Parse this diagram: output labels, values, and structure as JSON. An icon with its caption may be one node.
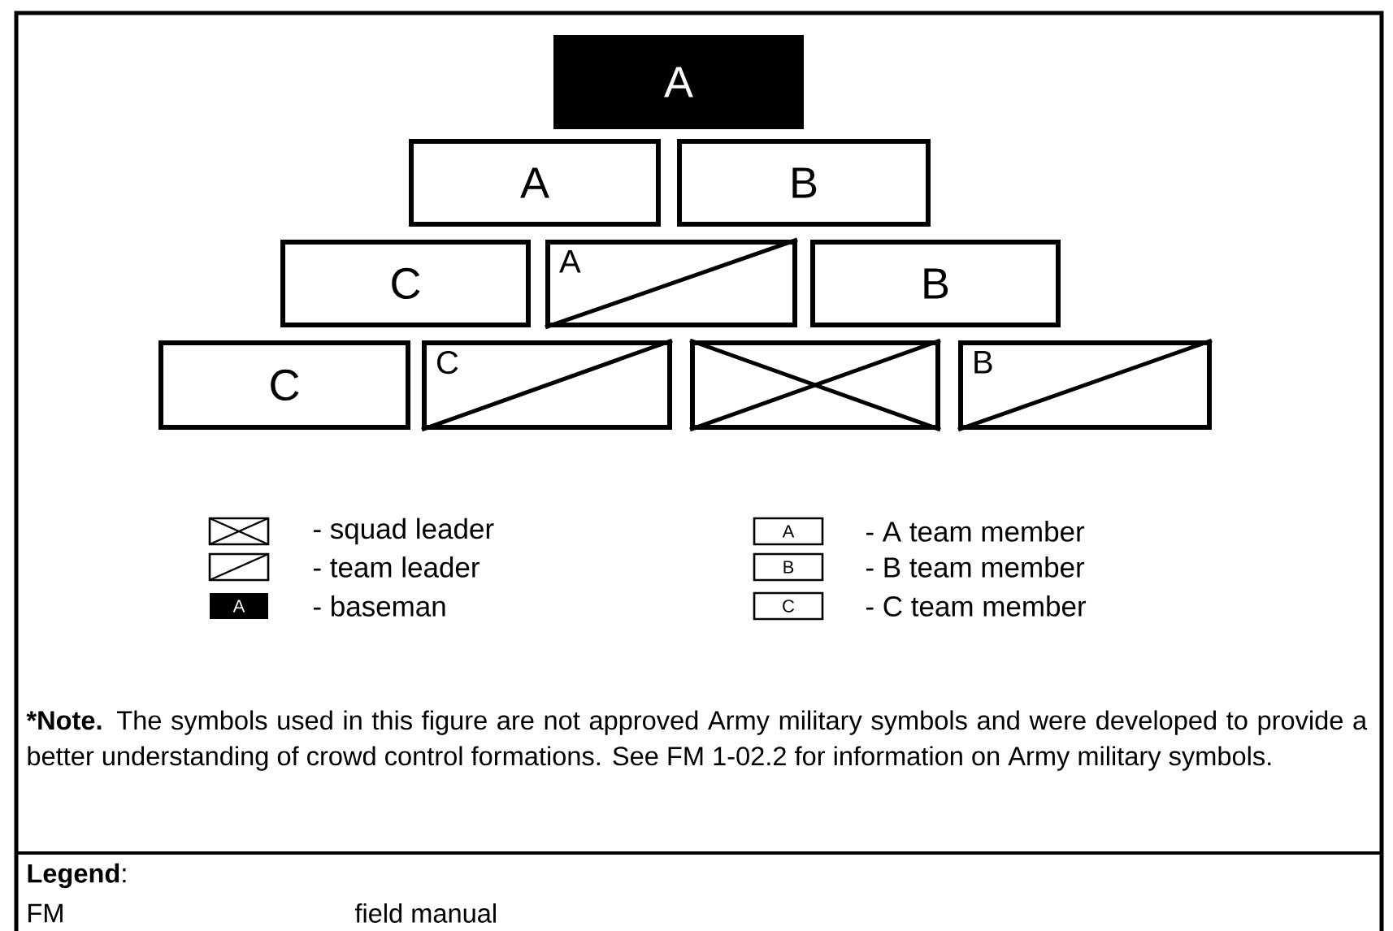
{
  "diagram": {
    "nodes": [
      {
        "text": [
          "A"
        ]
      },
      {
        "text": [
          "A"
        ]
      },
      {
        "text": [
          "B"
        ]
      },
      {
        "text": [
          "C"
        ]
      },
      {
        "text": [
          "A"
        ]
      },
      {
        "text": [
          "B"
        ]
      },
      {
        "text": [
          "C"
        ]
      },
      {
        "text": [
          "C"
        ]
      },
      {
        "text": [],
        "shape": "box"
      },
      {
        "text": [
          "B"
        ]
      }
    ],
    "labels": [
      "A",
      "B",
      "A",
      "C",
      "*Note.",
      "The symbols used in this figure are not approved Army military symbols and were developed to provide a better understanding of crowd control formations. See FM 1-02.2 for information on Army military symbols.",
      "**Legend**:",
      "FM",
      "field manual"
    ],
    "legend": [
      {
        "text": "- squad leader"
      },
      {
        "text": "- A team member"
      },
      {
        "text": "- team leader"
      },
      {
        "text": "- B team member"
      },
      {
        "text": "- baseman"
      },
      {
        "text": "- C team member"
      }
    ]
  }
}
